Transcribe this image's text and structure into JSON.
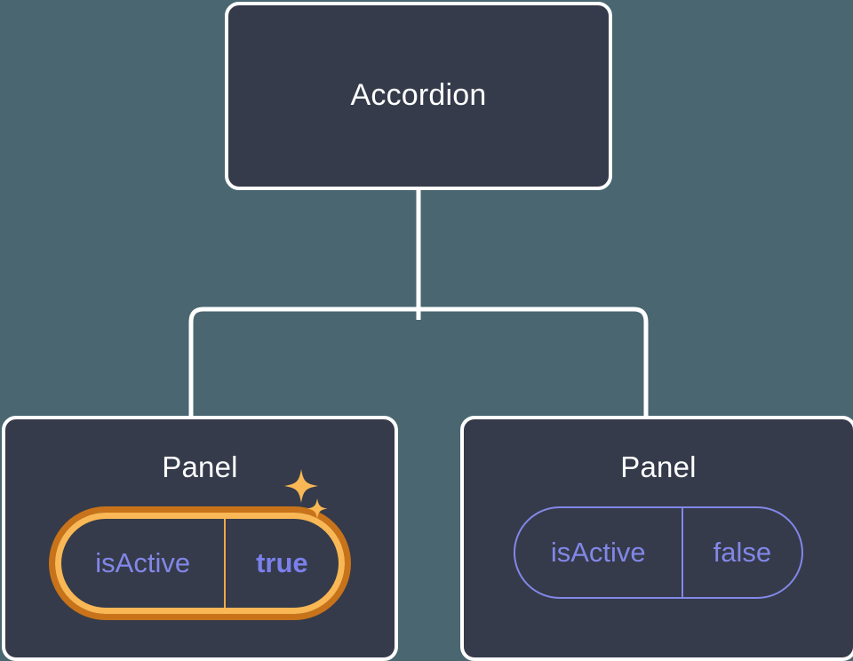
{
  "theme": {
    "background": "#4a6670",
    "card_fill": "#353b4a",
    "card_border": "#ffffff",
    "connector": "#ffffff",
    "accent_periwinkle": "#8287e8",
    "accent_periwinkle_bold": "#7b80ec",
    "highlight_outer_orange": "#c8731a",
    "highlight_inner_orange": "#f9b855",
    "sparkle": "#f9b855"
  },
  "tree": {
    "root": {
      "title": "Accordion"
    },
    "children": [
      {
        "title": "Panel",
        "highlighted": true,
        "prop": {
          "key": "isActive",
          "value": "true"
        },
        "sparkle_icons": [
          "sparkle-large-icon",
          "sparkle-small-icon"
        ]
      },
      {
        "title": "Panel",
        "highlighted": false,
        "prop": {
          "key": "isActive",
          "value": "false"
        }
      }
    ]
  }
}
